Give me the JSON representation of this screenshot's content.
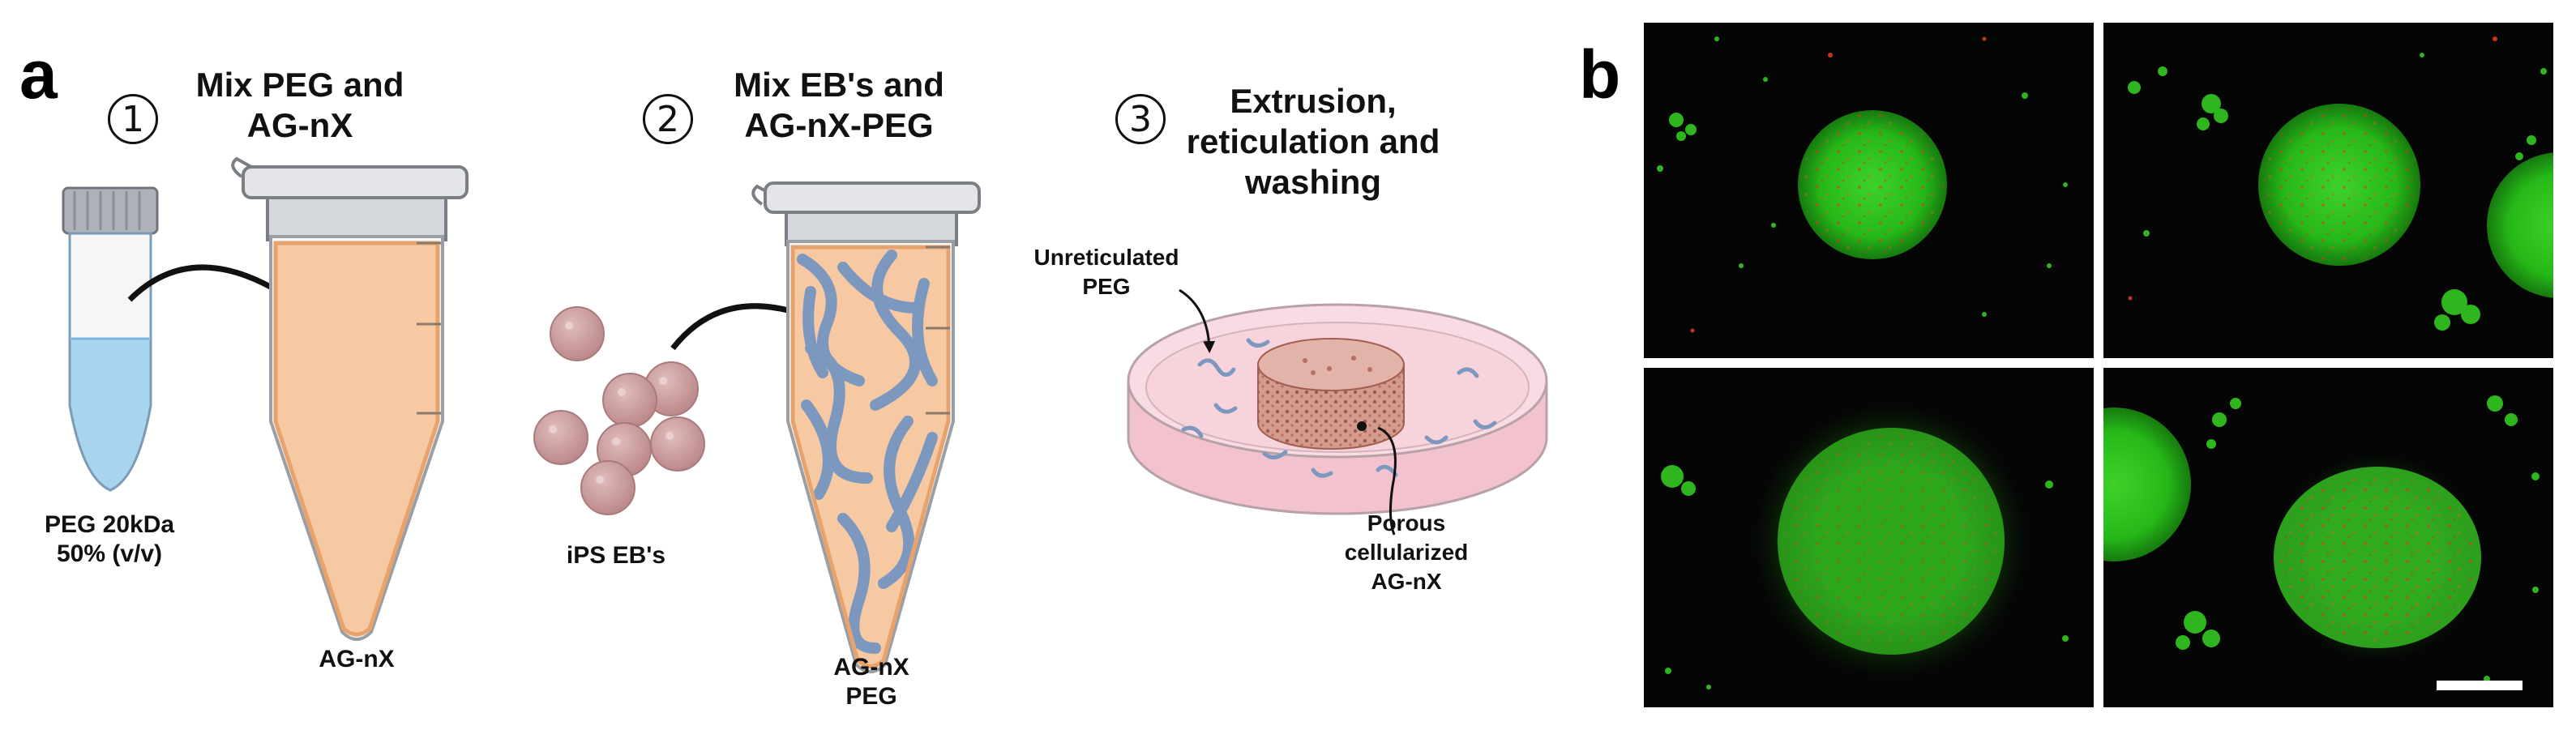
{
  "panel_a": {
    "letter": "a",
    "steps": [
      {
        "number": "1",
        "title_line1": "Mix PEG and",
        "title_line2": "AG-nX"
      },
      {
        "number": "2",
        "title_line1": "Mix EB's and",
        "title_line2": "AG-nX-PEG"
      },
      {
        "number": "3",
        "title_line1": "Extrusion,",
        "title_line2": "reticulation and",
        "title_line3": "washing"
      }
    ],
    "labels": {
      "peg_line1": "PEG 20kDa",
      "peg_line2": "50% (v/v)",
      "agnx_tube": "AG-nX",
      "ips_ebs": "iPS EB's",
      "mix_tube_line1": "AG-nX",
      "mix_tube_line2": "PEG",
      "unreticulated_line1": "Unreticulated",
      "unreticulated_line2": "PEG",
      "porous_line1": "Porous",
      "porous_line2": "cellularized",
      "porous_line3": "AG-nX"
    }
  },
  "panel_b": {
    "letter": "b"
  },
  "colors": {
    "peg_fluid": "#a9d4f0",
    "agnx_fluid": "#f7c9a3",
    "fiber": "#7d98bf",
    "eb": "#c79a9b",
    "dish": "#f6cfd9",
    "live_stain": "#22c41a",
    "dead_stain": "#d8391e"
  }
}
